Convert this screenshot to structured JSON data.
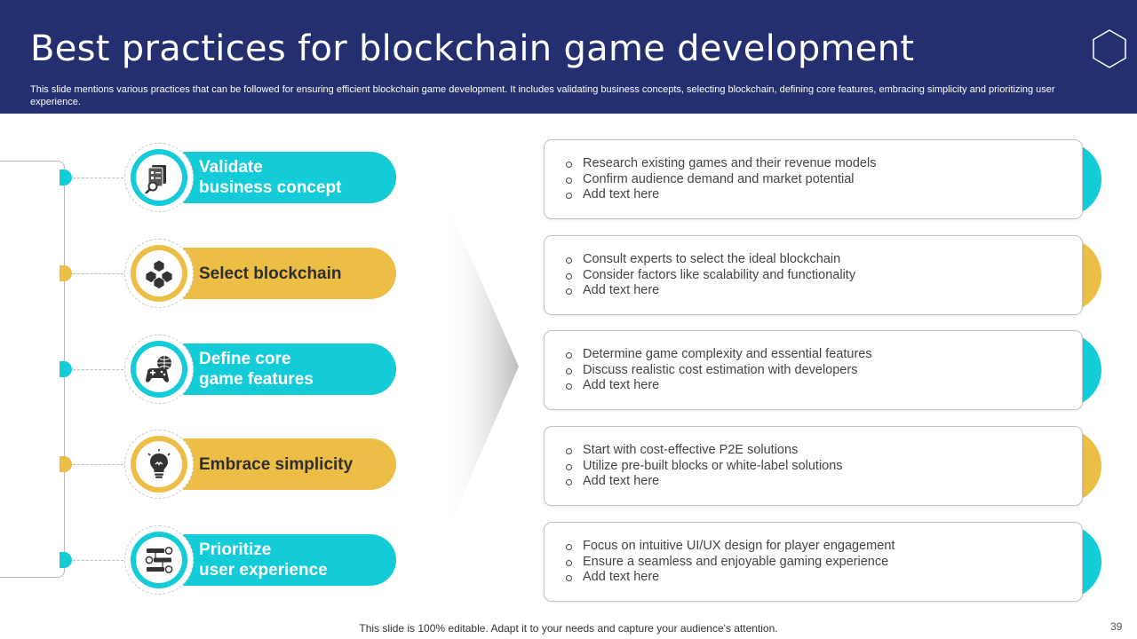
{
  "header": {
    "title": "Best practices for blockchain game development",
    "subtitle": "This slide mentions various practices that can be followed for ensuring efficient blockchain game development. It includes validating business concepts, selecting blockchain, defining core features, embracing simplicity and prioritizing user experience."
  },
  "colors": {
    "navy": "#232F6E",
    "teal": "#14CCD8",
    "gold": "#EDBE45"
  },
  "steps": [
    {
      "label": "Validate\nbusiness concept",
      "icon": "business-concept-icon",
      "color": "#14CCD8",
      "bullets": [
        "Research existing games and their revenue models",
        "Confirm audience demand and market potential",
        "Add text here"
      ]
    },
    {
      "label": "Select blockchain",
      "icon": "blockchain-cubes-icon",
      "color": "#EDBE45",
      "bullets": [
        "Consult experts to select the ideal blockchain",
        "Consider factors like scalability and functionality",
        "Add text here"
      ]
    },
    {
      "label": "Define core\ngame features",
      "icon": "gamepad-globe-icon",
      "color": "#14CCD8",
      "bullets": [
        "Determine game complexity and essential features",
        "Discuss realistic cost estimation with developers",
        "Add text here"
      ]
    },
    {
      "label": "Embrace simplicity",
      "icon": "lightbulb-icon",
      "color": "#EDBE45",
      "bullets": [
        "Start with cost-effective P2E solutions",
        "Utilize pre-built blocks or white-label solutions",
        "Add text here"
      ]
    },
    {
      "label": "Prioritize\nuser experience",
      "icon": "user-flow-icon",
      "color": "#14CCD8",
      "bullets": [
        "Focus on intuitive UI/UX design for player engagement",
        "Ensure a seamless and enjoyable gaming experience",
        "Add text here"
      ]
    }
  ],
  "footer": {
    "note": "This slide is 100% editable. Adapt it to your needs and capture your audience's attention.",
    "page_number": "39"
  }
}
